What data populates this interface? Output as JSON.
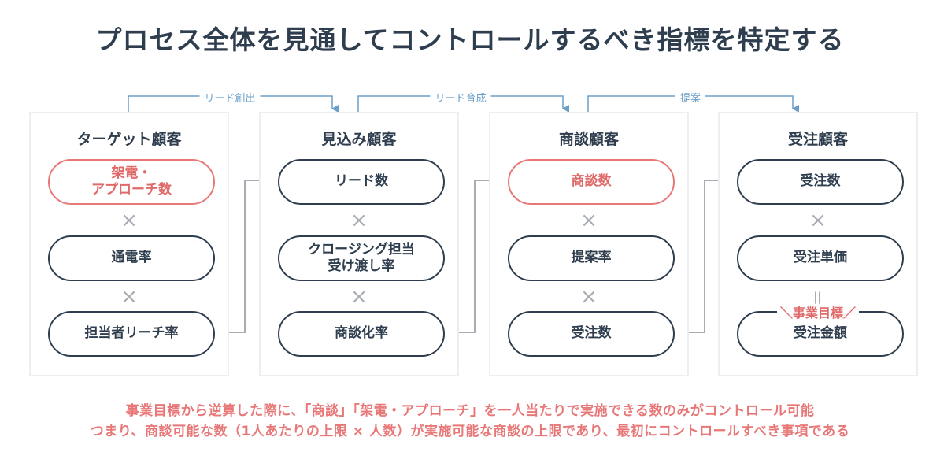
{
  "title": "プロセス全体を見通してコントロールするべき指標を特定する",
  "stages": [
    {
      "label": "リード創出"
    },
    {
      "label": "リード育成"
    },
    {
      "label": "提案"
    }
  ],
  "columns": [
    {
      "title": "ターゲット顧客",
      "items": [
        {
          "label": "架電・\nアプローチ数",
          "highlight": true
        },
        {
          "label": "通電率",
          "highlight": false
        },
        {
          "label": "担当者リーチ率",
          "highlight": false
        }
      ],
      "operators": [
        "×",
        "×"
      ]
    },
    {
      "title": "見込み顧客",
      "items": [
        {
          "label": "リード数",
          "highlight": false
        },
        {
          "label": "クロージング担当\n受け渡し率",
          "highlight": false
        },
        {
          "label": "商談化率",
          "highlight": false
        }
      ],
      "operators": [
        "×",
        "×"
      ]
    },
    {
      "title": "商談顧客",
      "items": [
        {
          "label": "商談数",
          "highlight": true
        },
        {
          "label": "提案率",
          "highlight": false
        },
        {
          "label": "受注数",
          "highlight": false
        }
      ],
      "operators": [
        "×",
        "×"
      ]
    },
    {
      "title": "受注顧客",
      "items": [
        {
          "label": "受注数",
          "highlight": false
        },
        {
          "label": "受注単価",
          "highlight": false
        },
        {
          "label": "受注金額",
          "highlight": false
        }
      ],
      "operators": [
        "×",
        "="
      ],
      "goal_label": "＼事業目標／"
    }
  ],
  "notes": [
    "事業目標から逆算した際に、「商談」「架電・アプローチ」を一人当たりで実施できる数のみがコントロール可能",
    "つまり、商談可能な数（1人あたりの上限 × 人数）が実施可能な商談の上限であり、最初にコントロールすべき事項である"
  ],
  "colors": {
    "dark": "#2f3e4f",
    "accent_red": "#e87878",
    "stage_blue": "#6b9fc7",
    "connector_gray": "#a8adb3",
    "panel_border": "#eceef0"
  }
}
